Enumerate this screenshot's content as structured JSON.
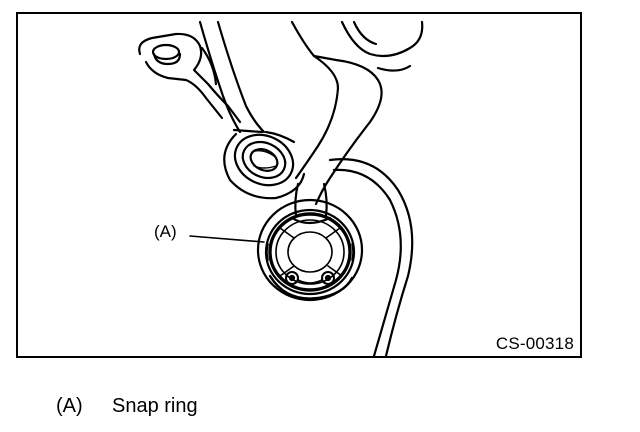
{
  "figure": {
    "code": "CS-00318",
    "callouts": [
      {
        "key": "(A)"
      }
    ]
  },
  "legend": [
    {
      "key": "(A)",
      "text": "Snap ring"
    }
  ]
}
